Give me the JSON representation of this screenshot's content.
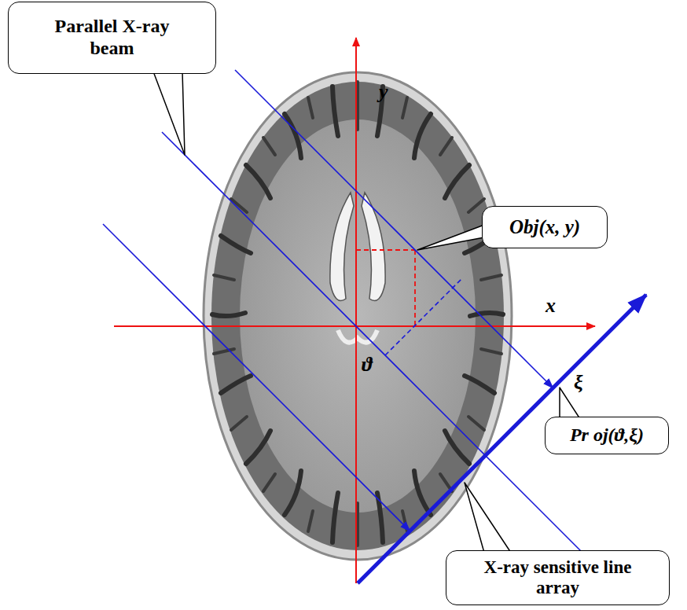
{
  "diagram": {
    "nodes": [
      {
        "text": [
          "Parallel X-ray beam"
        ]
      },
      {
        "text": [
          "Obj(x, y)"
        ]
      },
      {
        "text": [
          "Pr oj(ϑ,ξ)"
        ]
      },
      {
        "text": [
          "X-ray sensitive line array"
        ]
      }
    ],
    "labels": [
      "y",
      "x",
      "ϑ",
      "ξ"
    ]
  }
}
